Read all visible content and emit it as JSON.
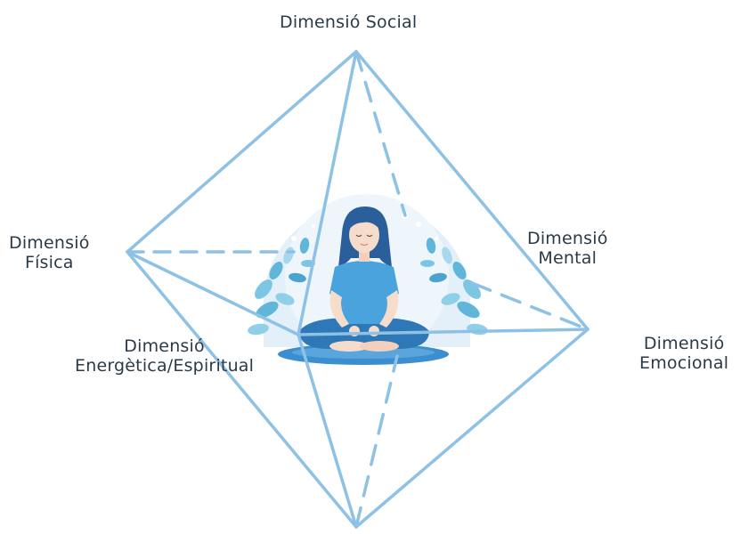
{
  "labels": {
    "social": "Dimensió Social",
    "fisica_line1": "Dimensió",
    "fisica_line2": "Física",
    "mental_line1": "Dimensió",
    "mental_line2": "Mental",
    "emocional_line1": "Dimensió",
    "emocional_line2": "Emocional",
    "energetica_line1": "Dimensió",
    "energetica_line2": "Energètica/Espiritual"
  },
  "colors": {
    "edge": "#8ec1e6",
    "text": "#2b3a48",
    "halo": "#dcecf8",
    "leaf": "#5fb6d9",
    "leaf_light": "#a9d8ee",
    "shirt": "#4aa3dc",
    "pants": "#2f78b8",
    "hair": "#2a5f9c",
    "skin": "#f6dccb",
    "mat": "#3b8fd0"
  },
  "illustration": {
    "subject": "meditating-woman-icon"
  }
}
